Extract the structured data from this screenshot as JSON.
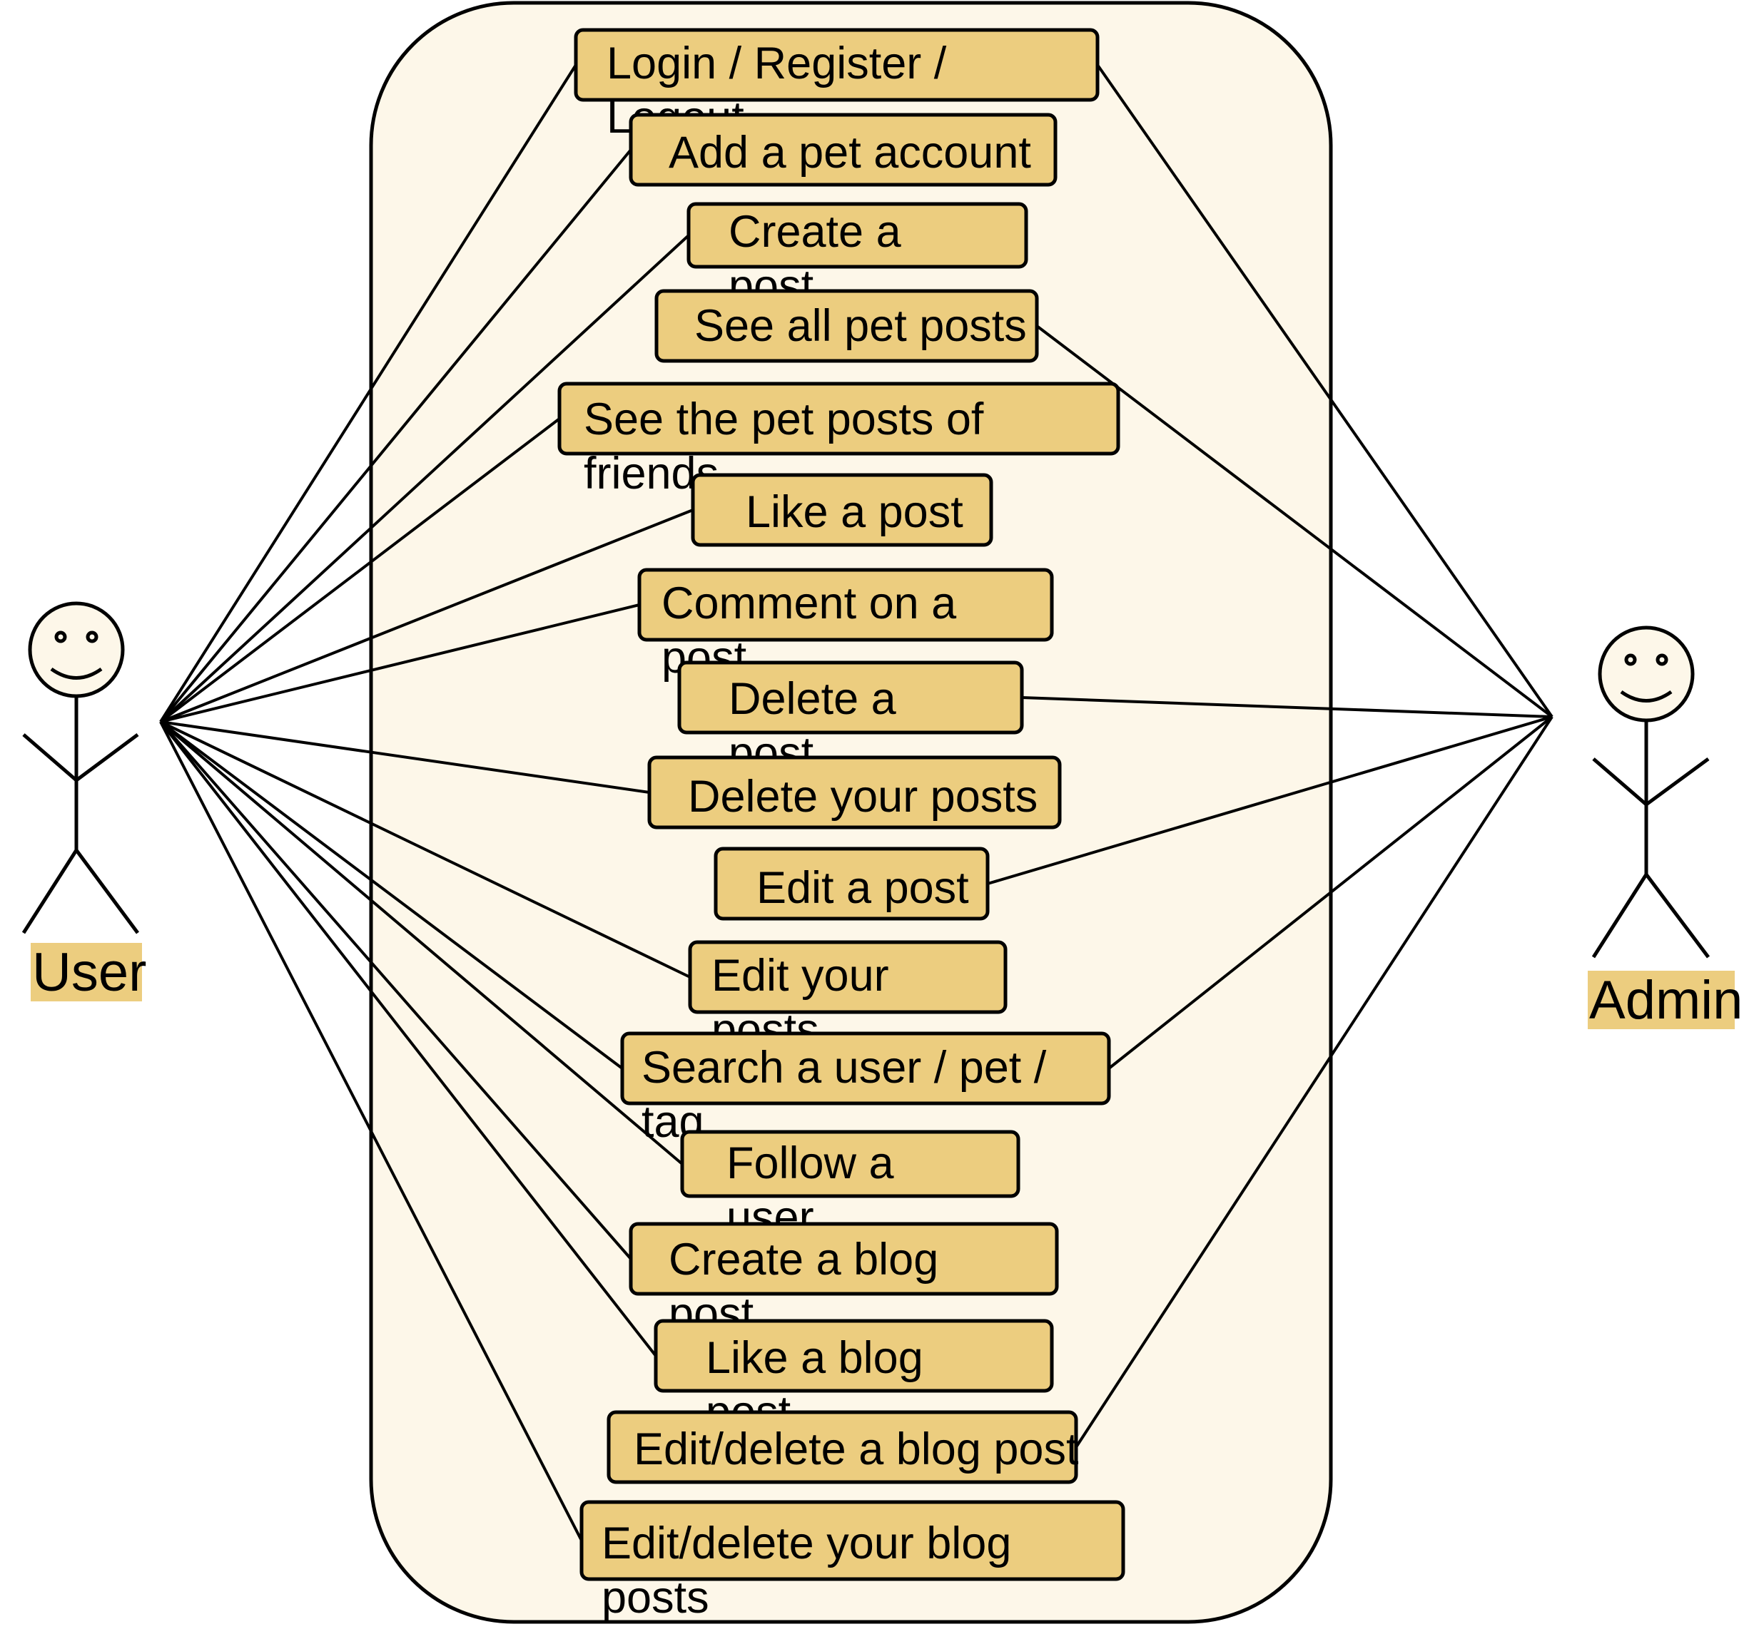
{
  "colors": {
    "system_fill": "#FDF7E9",
    "usecase_fill": "#ECCD7F",
    "stroke": "#000000",
    "label_highlight": "#ECCD7F"
  },
  "actors": {
    "user": {
      "label": "User"
    },
    "admin": {
      "label": "Admin"
    }
  },
  "use_cases": [
    {
      "lines": [
        "Login / Register /",
        "Logout"
      ],
      "actors": [
        "user",
        "admin"
      ]
    },
    {
      "lines": [
        "Add a pet account"
      ],
      "actors": [
        "user"
      ]
    },
    {
      "lines": [
        "Create a",
        "post"
      ],
      "actors": [
        "user"
      ]
    },
    {
      "lines": [
        "See all pet posts"
      ],
      "actors": [
        "admin"
      ]
    },
    {
      "lines": [
        "See the pet posts of",
        "friends"
      ],
      "actors": [
        "user"
      ]
    },
    {
      "lines": [
        "Like a post"
      ],
      "actors": [
        "user"
      ]
    },
    {
      "lines": [
        "Comment on a",
        "post"
      ],
      "actors": [
        "user"
      ]
    },
    {
      "lines": [
        "Delete a",
        "post"
      ],
      "actors": [
        "admin"
      ]
    },
    {
      "lines": [
        "Delete your posts"
      ],
      "actors": [
        "user"
      ]
    },
    {
      "lines": [
        "Edit a post"
      ],
      "actors": [
        "admin"
      ]
    },
    {
      "lines": [
        "Edit your",
        "posts"
      ],
      "actors": [
        "user"
      ]
    },
    {
      "lines": [
        "Search a user / pet /",
        "tag"
      ],
      "actors": [
        "user",
        "admin"
      ]
    },
    {
      "lines": [
        "Follow a",
        "user"
      ],
      "actors": [
        "user"
      ]
    },
    {
      "lines": [
        "Create a blog",
        "post"
      ],
      "actors": [
        "user"
      ]
    },
    {
      "lines": [
        "Like a blog",
        "post"
      ],
      "actors": [
        "user"
      ]
    },
    {
      "lines": [
        "Edit/delete a blog post"
      ],
      "actors": [
        "admin"
      ]
    },
    {
      "lines": [
        "Edit/delete your blog",
        "posts"
      ],
      "actors": [
        "user"
      ]
    }
  ]
}
